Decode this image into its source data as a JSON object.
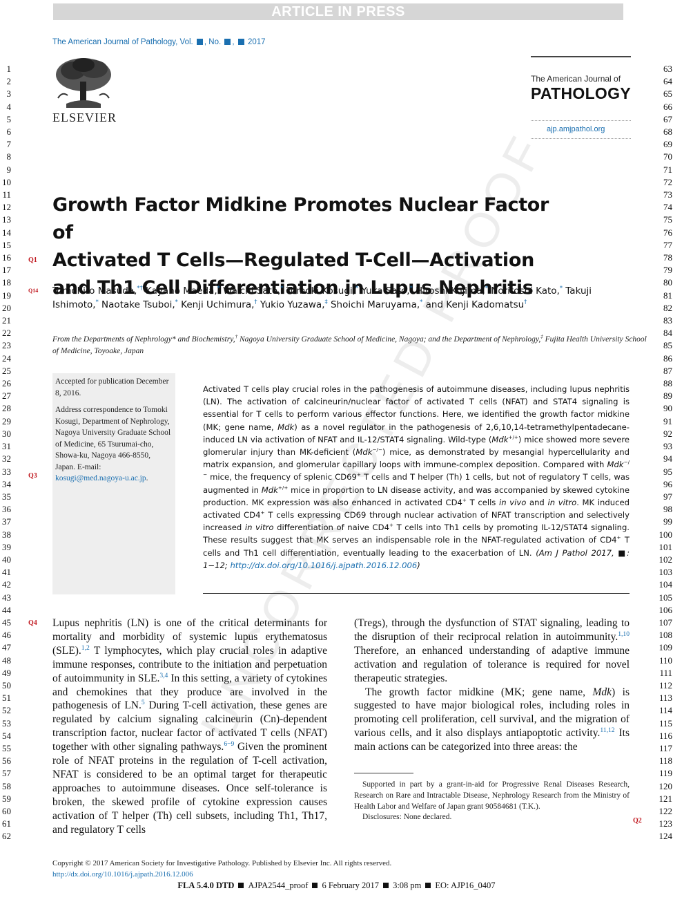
{
  "banner": "ARTICLE IN PRESS",
  "journal_line": {
    "prefix": "The American Journal of Pathology, Vol. ",
    "mid1": ", No. ",
    "mid2": ", ",
    "year": " 2017"
  },
  "publisher": "ELSEVIER",
  "journal_brand": {
    "small": "The American Journal of",
    "big": "PATHOLOGY",
    "url": "ajp.amjpathol.org"
  },
  "line_numbers_left": [
    "1",
    "2",
    "3",
    "4",
    "5",
    "6",
    "7",
    "8",
    "9",
    "10",
    "11",
    "12",
    "13",
    "14",
    "15",
    "16",
    "17",
    "18",
    "19",
    "20",
    "21",
    "22",
    "23",
    "24",
    "25",
    "26",
    "27",
    "28",
    "29",
    "30",
    "31",
    "32",
    "33",
    "34",
    "35",
    "36",
    "37",
    "38",
    "39",
    "40",
    "41",
    "42",
    "43",
    "44",
    "45",
    "46",
    "47",
    "48",
    "49",
    "50",
    "51",
    "52",
    "53",
    "54",
    "55",
    "56",
    "57",
    "58",
    "59",
    "60",
    "61",
    "62"
  ],
  "line_numbers_right": [
    "63",
    "64",
    "65",
    "66",
    "67",
    "68",
    "69",
    "70",
    "71",
    "72",
    "73",
    "74",
    "75",
    "76",
    "77",
    "78",
    "79",
    "80",
    "81",
    "82",
    "83",
    "84",
    "85",
    "86",
    "87",
    "88",
    "89",
    "90",
    "91",
    "92",
    "93",
    "94",
    "95",
    "96",
    "97",
    "98",
    "99",
    "100",
    "101",
    "102",
    "103",
    "104",
    "105",
    "106",
    "107",
    "108",
    "109",
    "110",
    "111",
    "112",
    "113",
    "114",
    "115",
    "116",
    "117",
    "118",
    "119",
    "120",
    "121",
    "122",
    "123",
    "124"
  ],
  "query_marks": {
    "q1": "Q1",
    "q14": "Q14",
    "q3": "Q3",
    "q4": "Q4",
    "q2": "Q2"
  },
  "title": {
    "line1": "Growth Factor Midkine Promotes Nuclear Factor of",
    "line2": "Activated T Cells—Regulated T-Cell—Activation",
    "line3": "and Th1 Cell Differentiation in Lupus Nephritis"
  },
  "authors_html": "Tomohiro Masuda,<sup>*†</sup> Kayaho Maeda,<sup>*</sup> Waichi Sato,<sup>*</sup> Tomoki Kosugi,<sup>*</sup> Yuka Sato,<sup>*</sup> Hiroshi Kojima,<sup>*</sup> Noritoshi Kato,<sup>*</sup> Takuji Ishimoto,<sup>*</sup> Naotake Tsuboi,<sup>*</sup> Kenji Uchimura,<sup>†</sup> Yukio Yuzawa,<sup>‡</sup> Shoichi Maruyama,<sup>*</sup> and Kenji Kadomatsu<sup>†</sup>",
  "affiliation_html": "From the Departments of Nephrology* and Biochemistry,<sup>†</sup> Nagoya University Graduate School of Medicine, Nagoya; and the Department of Nephrology,<sup>‡</sup> Fujita Health University School of Medicine, Toyoake, Japan",
  "sidebox": {
    "accepted": "Accepted for publication December 8, 2016.",
    "address_html": "Address correspondence to Tomoki Kosugi, Department of Nephrology, Nagoya University Graduate School of Medicine, 65 Tsurumai-cho, Showa-ku, Nagoya 466-8550, Japan. E-mail: <a>kosugi@med.nagoya-u.ac.jp</a>."
  },
  "abstract_html": "Activated T cells play crucial roles in the pathogenesis of autoimmune diseases, including lupus nephritis (LN). The activation of calcineurin/nuclear factor of activated T cells (NFAT) and STAT4 signaling is essential for T cells to perform various effector functions. Here, we identified the growth factor midkine (MK; gene name, <i>Mdk</i>) as a novel regulator in the pathogenesis of 2,6,10,14-tetramethylpentadecane-induced LN via activation of NFAT and IL-12/STAT4 signaling. Wild-type (<i>Mdk</i><sup>+/+</sup>) mice showed more severe glomerular injury than MK-deficient (<i>Mdk</i><sup>−/−</sup>) mice, as demonstrated by mesangial hypercellularity and matrix expansion, and glomerular capillary loops with immune-complex deposition. Compared with <i>Mdk</i><sup>−/−</sup> mice, the frequency of splenic CD69<sup>+</sup> T cells and T helper (Th) 1 cells, but not of regulatory T cells, was augmented in <i>Mdk</i><sup>+/+</sup> mice in proportion to LN disease activity, and was accompanied by skewed cytokine production. MK expression was also enhanced in activated CD4<sup>+</sup> T cells <i>in vivo</i> and <i>in vitro</i>. MK induced activated CD4<sup>+</sup> T cells expressing CD69 through nuclear activation of NFAT transcription and selectively increased <i>in vitro</i> differentiation of naive CD4<sup>+</sup> T cells into Th1 cells by promoting IL-12/STAT4 signaling. These results suggest that MK serves an indispensable role in the NFAT-regulated activation of CD4<sup>+</sup> T cells and Th1 cell differentiation, eventually leading to the exacerbation of LN. <i>(Am J Pathol 2017, ■: 1−12; <a>http://dx.doi.org/10.1016/j.ajpath.2016.12.006</a>)</i>",
  "body_left_html": "Lupus nephritis (LN) is one of the critical determinants for mortality and morbidity of systemic lupus erythematosus (SLE).<sup>1,2</sup> T lymphocytes, which play crucial roles in adaptive immune responses, contribute to the initiation and perpetuation of autoimmunity in SLE.<sup>3,4</sup> In this setting, a variety of cytokines and chemokines that they produce are involved in the pathogenesis of LN.<sup>5</sup> During T-cell activation, these genes are regulated by calcium signaling calcineurin (Cn)-dependent transcription factor, nuclear factor of activated T cells (NFAT) together with other signaling pathways.<sup>6−9</sup> Given the prominent role of NFAT proteins in the regulation of T-cell activation, NFAT is considered to be an optimal target for therapeutic approaches to autoimmune diseases. Once self-tolerance is broken, the skewed profile of cytokine expression causes activation of T helper (Th) cell subsets, including Th1, Th17, and regulatory T cells",
  "body_right_p1_html": "(Tregs), through the dysfunction of STAT signaling, leading to the disruption of their reciprocal relation in autoimmunity.<sup>1,10</sup> Therefore, an enhanced understanding of adaptive immune activation and regulation of tolerance is required for novel therapeutic strategies.",
  "body_right_p2_html": "The growth factor midkine (MK; gene name, <i>Mdk</i>) is suggested to have major biological roles, including roles in promoting cell proliferation, cell survival, and the migration of various cells, and it also displays antiapoptotic activity.<sup>11,12</sup> Its main actions can be categorized into three areas: the",
  "footnote_support": "Supported in part by a grant-in-aid for Progressive Renal Diseases Research, Research on Rare and Intractable Disease, Nephrology Research from the Ministry of Health Labor and Welfare of Japan grant 90584681 (T.K.).",
  "footnote_disclosure": "Disclosures: None declared.",
  "copyright": "Copyright © 2017 American Society for Investigative Pathology. Published by Elsevier Inc. All rights reserved.",
  "doi": "http://dx.doi.org/10.1016/j.ajpath.2016.12.006",
  "bottom_bar": {
    "a": "FLA 5.4.0 DTD",
    "b": "AJPA2544_proof",
    "c": "6 February 2017",
    "d": "3:08 pm",
    "e": "EO: AJP16_0407"
  },
  "watermark": "UNCORRECTED PROOF",
  "colors": {
    "link": "#1a6fb0",
    "query": "#c0181f",
    "banner_bg": "#d6d6d6",
    "sidebox_bg": "#eeeeee"
  }
}
